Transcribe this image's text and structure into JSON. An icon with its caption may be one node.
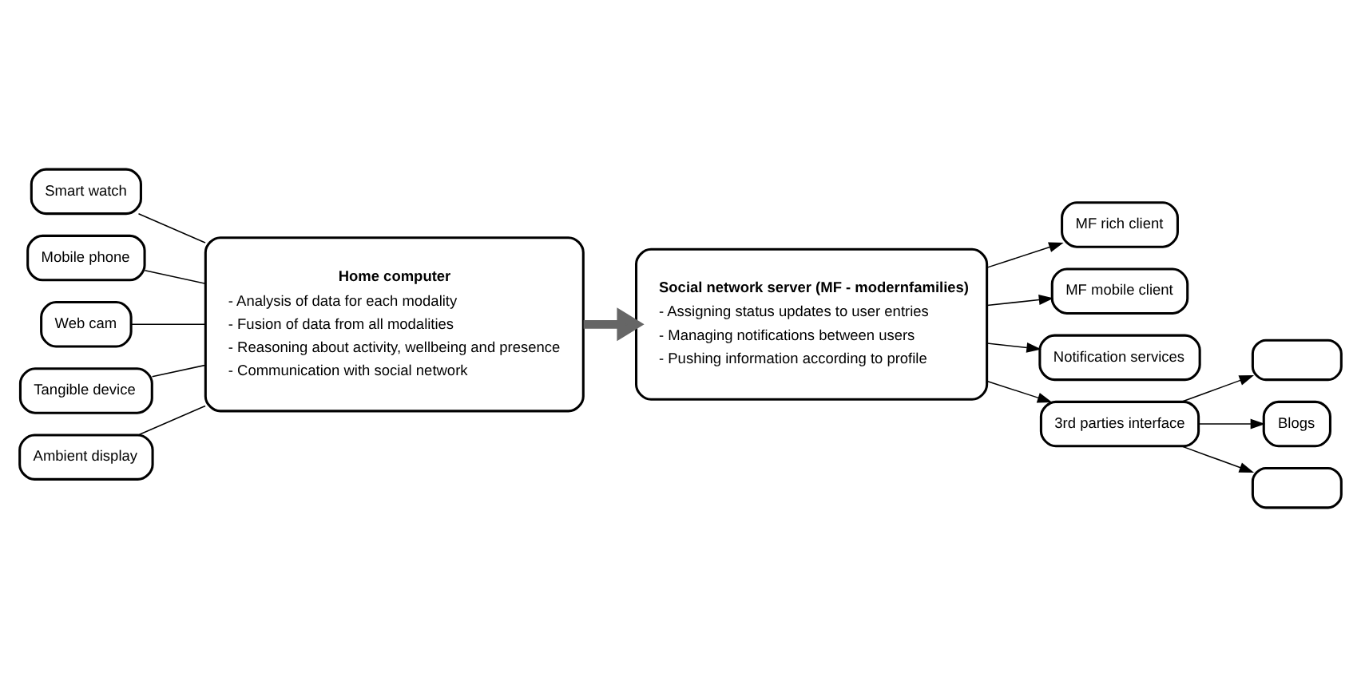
{
  "diagram": {
    "nodes": [
      {
        "text": [
          "Smart watch"
        ]
      },
      {
        "text": [
          "Mobile phone"
        ]
      },
      {
        "text": [
          "Web cam"
        ]
      },
      {
        "text": [
          "Tangible device"
        ]
      },
      {
        "text": [
          "Ambient display"
        ]
      },
      {
        "text": [
          "Home computer",
          "- Analysis of data for each modality",
          "- Fusion of data from all modalities",
          "- Reasoning about activity, wellbeing and presence",
          "- Communication with social network"
        ]
      },
      {
        "text": [
          "Social network server (MF - modernfamilies)",
          "- Assigning status updates to user entries",
          "- Managing notifications between users",
          "- Pushing information according to profile"
        ]
      },
      {
        "text": [
          "MF rich client"
        ]
      },
      {
        "text": [
          "MF mobile client"
        ]
      },
      {
        "text": [
          "Notification services"
        ]
      },
      {
        "text": [
          "3rd parties interface"
        ]
      },
      {
        "text": [],
        "shape": "box"
      },
      {
        "text": [
          "Blogs"
        ]
      },
      {
        "text": [],
        "shape": "box"
      }
    ],
    "edges": [
      {
        "from": 0,
        "to": 5,
        "arrow": "none"
      },
      {
        "from": 1,
        "to": 5,
        "arrow": "none"
      },
      {
        "from": 2,
        "to": 5,
        "arrow": "none"
      },
      {
        "from": 3,
        "to": 5,
        "arrow": "none"
      },
      {
        "from": 4,
        "to": 5,
        "arrow": "none"
      },
      {
        "from": 5,
        "to": 6,
        "arrow": "to",
        "style": "thick",
        "color": "#666666"
      },
      {
        "from": 6,
        "to": 7,
        "arrow": "to"
      },
      {
        "from": 6,
        "to": 8,
        "arrow": "to"
      },
      {
        "from": 6,
        "to": 9,
        "arrow": "to"
      },
      {
        "from": 6,
        "to": 10,
        "arrow": "to"
      },
      {
        "from": 10,
        "to": 11,
        "arrow": "to"
      },
      {
        "from": 10,
        "to": 12,
        "arrow": "to"
      },
      {
        "from": 10,
        "to": 13,
        "arrow": "to"
      }
    ]
  }
}
